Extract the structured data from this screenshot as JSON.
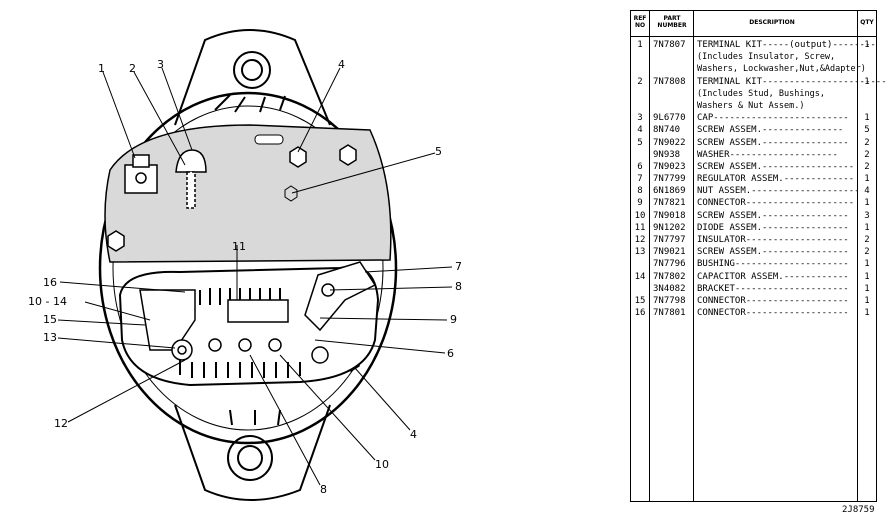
{
  "callouts": [
    "1",
    "2",
    "3",
    "4",
    "5",
    "7",
    "8",
    "9",
    "6",
    "4",
    "10",
    "8",
    "11",
    "16",
    "10 - 14",
    "15",
    "13",
    "12"
  ],
  "table": {
    "headers": {
      "ref": "REF NO",
      "part": "PART NUMBER",
      "desc": "DESCRIPTION",
      "qty": "QTY"
    },
    "rows": [
      {
        "ref": "1",
        "part": "7N7807",
        "desc": "TERMINAL KIT-----(output)--------",
        "qty": "1"
      },
      {
        "ref": "",
        "part": "",
        "desc": "(Includes Insulator, Screw,",
        "qty": ""
      },
      {
        "ref": "",
        "part": "",
        "desc": "Washers, Lockwasher,Nut,&Adapter)",
        "qty": ""
      },
      {
        "ref": "2",
        "part": "7N7808",
        "desc": "TERMINAL KIT-----------------------",
        "qty": "1"
      },
      {
        "ref": "",
        "part": "",
        "desc": "(Includes Stud, Bushings,",
        "qty": ""
      },
      {
        "ref": "",
        "part": "",
        "desc": "Washers & Nut Assem.)",
        "qty": ""
      },
      {
        "ref": "3",
        "part": "9L6770",
        "desc": "CAP-------------------------",
        "qty": "1"
      },
      {
        "ref": "4",
        "part": "8N740",
        "desc": "SCREW ASSEM.---------------",
        "qty": "5"
      },
      {
        "ref": "5",
        "part": "7N9022",
        "desc": "SCREW ASSEM.----------------",
        "qty": "2"
      },
      {
        "ref": "",
        "part": "9N938",
        "desc": "WASHER--------------------",
        "qty": "2"
      },
      {
        "ref": "6",
        "part": "7N9023",
        "desc": "SCREW ASSEM.-----------------",
        "qty": "2"
      },
      {
        "ref": "7",
        "part": "7N7799",
        "desc": "REGULATOR ASSEM.-------------",
        "qty": "1"
      },
      {
        "ref": "8",
        "part": "6N1869",
        "desc": "NUT ASSEM.--------------------",
        "qty": "4"
      },
      {
        "ref": "9",
        "part": "7N7821",
        "desc": "CONNECTOR--------------------",
        "qty": "1"
      },
      {
        "ref": "10",
        "part": "7N9018",
        "desc": "SCREW ASSEM.----------------",
        "qty": "3"
      },
      {
        "ref": "11",
        "part": "9N1202",
        "desc": "DIODE ASSEM.----------------",
        "qty": "1"
      },
      {
        "ref": "12",
        "part": "7N7797",
        "desc": "INSULATOR-------------------",
        "qty": "2"
      },
      {
        "ref": "13",
        "part": "7N9021",
        "desc": "SCREW ASSEM.----------------",
        "qty": "2"
      },
      {
        "ref": "",
        "part": "7N7796",
        "desc": "BUSHING---------------------",
        "qty": "1"
      },
      {
        "ref": "14",
        "part": "7N7802",
        "desc": "CAPACITOR ASSEM.------------",
        "qty": "1"
      },
      {
        "ref": "",
        "part": "3N4082",
        "desc": "BRACKET---------------------",
        "qty": "1"
      },
      {
        "ref": "15",
        "part": "7N7798",
        "desc": "CONNECTOR-------------------",
        "qty": "1"
      },
      {
        "ref": "16",
        "part": "7N7801",
        "desc": "CONNECTOR-------------------",
        "qty": "1"
      }
    ]
  },
  "figure_number": "2J8759"
}
